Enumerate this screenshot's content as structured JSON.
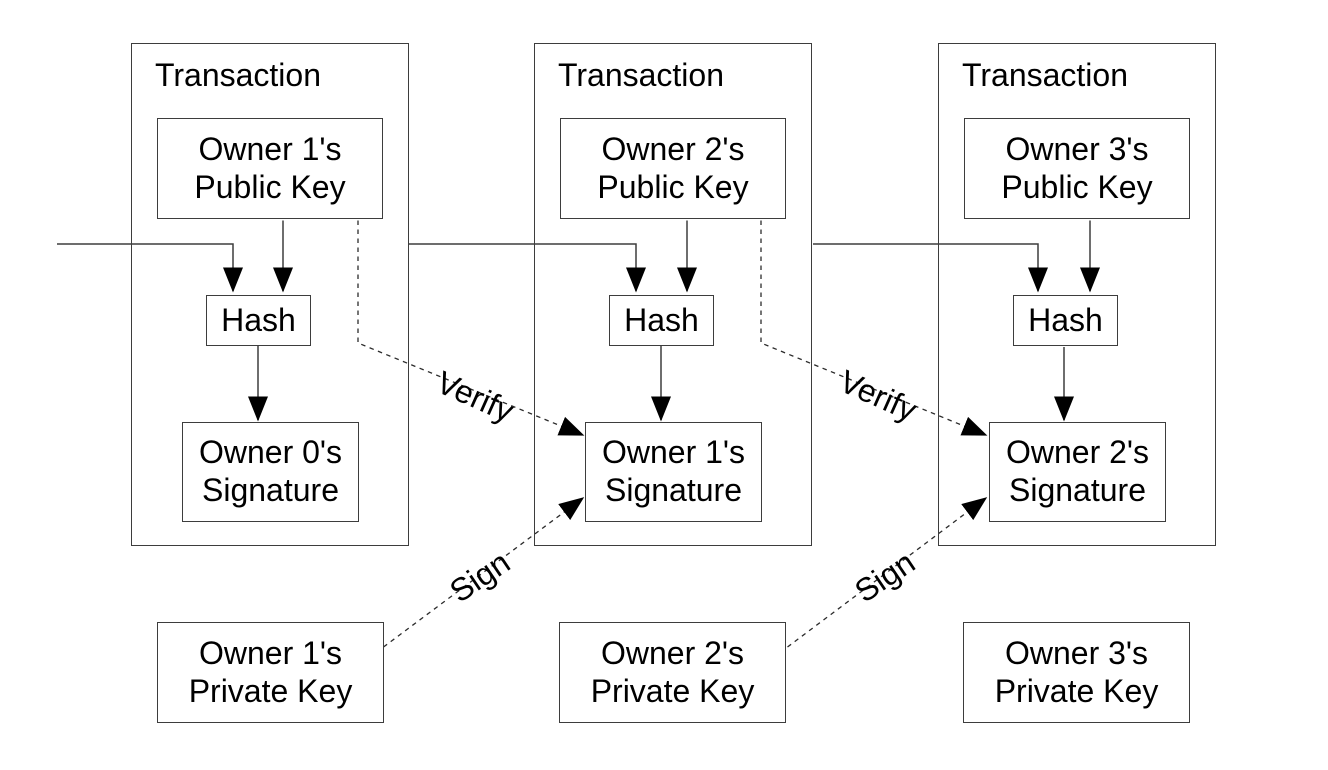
{
  "diagram": {
    "kind": "bitcoin-transaction-chain",
    "colors": {
      "background": "#ffffff",
      "line": "#3d3d3d",
      "arrow_fill": "#000000",
      "text": "#000000"
    },
    "transactions": [
      {
        "title": "Transaction",
        "public_key": {
          "line1": "Owner 1's",
          "line2": "Public Key"
        },
        "hash": "Hash",
        "signature": {
          "line1": "Owner 0's",
          "line2": "Signature"
        }
      },
      {
        "title": "Transaction",
        "public_key": {
          "line1": "Owner 2's",
          "line2": "Public Key"
        },
        "hash": "Hash",
        "signature": {
          "line1": "Owner 1's",
          "line2": "Signature"
        }
      },
      {
        "title": "Transaction",
        "public_key": {
          "line1": "Owner 3's",
          "line2": "Public Key"
        },
        "hash": "Hash",
        "signature": {
          "line1": "Owner 2's",
          "line2": "Signature"
        }
      }
    ],
    "private_keys": [
      {
        "line1": "Owner 1's",
        "line2": "Private Key"
      },
      {
        "line1": "Owner 2's",
        "line2": "Private Key"
      },
      {
        "line1": "Owner 3's",
        "line2": "Private Key"
      }
    ],
    "edge_labels": {
      "verify": "Verify",
      "sign": "Sign"
    }
  }
}
